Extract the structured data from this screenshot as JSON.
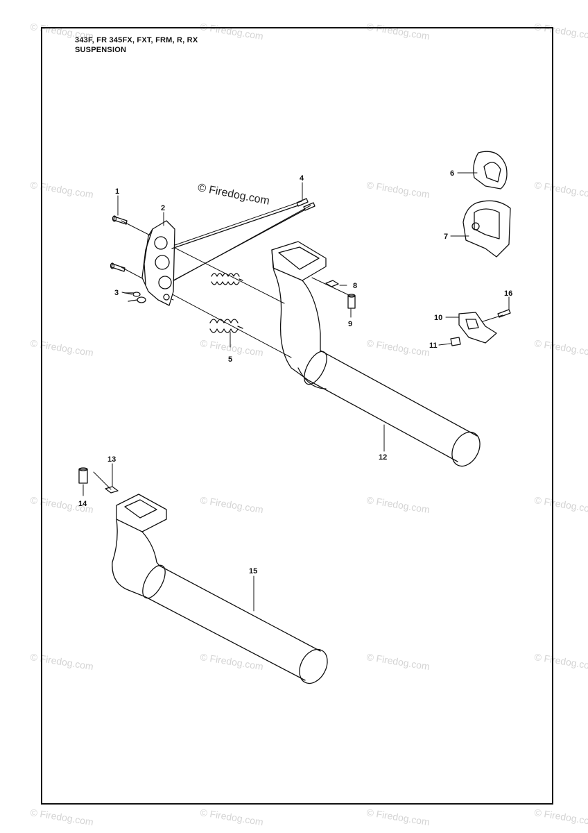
{
  "header": {
    "models": "343F, FR 345FX, FXT, FRM, R, RX",
    "section": "SUSPENSION"
  },
  "watermark": {
    "text": "© Firedog.com",
    "center_text": "© Firedog.com"
  },
  "callouts": [
    "1",
    "2",
    "3",
    "4",
    "5",
    "6",
    "7",
    "8",
    "9",
    "10",
    "11",
    "12",
    "13",
    "14",
    "15",
    "16"
  ]
}
